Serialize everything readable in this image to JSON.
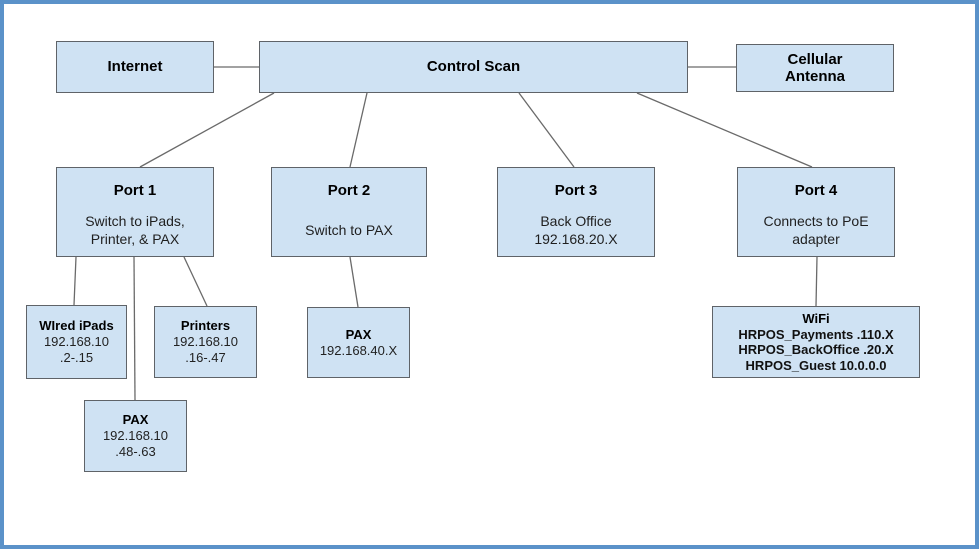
{
  "colors": {
    "frame_border": "#5b92c9",
    "node_fill": "#cfe2f3",
    "node_border": "#5f6368",
    "connector": "#6a6a6a"
  },
  "nodes": {
    "internet": {
      "title": "Internet"
    },
    "control_scan": {
      "title": "Control Scan"
    },
    "cellular_antenna": {
      "title": "Cellular Antenna"
    },
    "port1": {
      "title": "Port 1",
      "lines": [
        "Switch to iPads,",
        "Printer, & PAX"
      ]
    },
    "port2": {
      "title": "Port 2",
      "lines": [
        "Switch to PAX"
      ]
    },
    "port3": {
      "title": "Port 3",
      "lines": [
        "Back Office",
        "192.168.20.X"
      ]
    },
    "port4": {
      "title": "Port 4",
      "lines": [
        "Connects to PoE",
        "adapter"
      ]
    },
    "wired_ipads": {
      "title": "WIred iPads",
      "lines": [
        "192.168.10",
        ".2-.15"
      ]
    },
    "printers": {
      "title": "Printers",
      "lines": [
        "192.168.10",
        ".16-.47"
      ]
    },
    "pax_switch": {
      "title": "PAX",
      "lines": [
        "192.168.10",
        ".48-.63"
      ]
    },
    "pax_port2": {
      "title": "PAX",
      "lines": [
        "192.168.40.X"
      ]
    },
    "wifi": {
      "title": "WiFi",
      "lines": [
        "HRPOS_Payments .110.X",
        "HRPOS_BackOffice .20.X",
        "HRPOS_Guest 10.0.0.0"
      ]
    }
  },
  "connections": [
    {
      "from": "internet",
      "to": "control_scan"
    },
    {
      "from": "control_scan",
      "to": "cellular_antenna"
    },
    {
      "from": "control_scan",
      "to": "port1"
    },
    {
      "from": "control_scan",
      "to": "port2"
    },
    {
      "from": "control_scan",
      "to": "port3"
    },
    {
      "from": "control_scan",
      "to": "port4"
    },
    {
      "from": "port1",
      "to": "wired_ipads"
    },
    {
      "from": "port1",
      "to": "pax_switch"
    },
    {
      "from": "port1",
      "to": "printers"
    },
    {
      "from": "port2",
      "to": "pax_port2"
    },
    {
      "from": "port4",
      "to": "wifi"
    }
  ]
}
